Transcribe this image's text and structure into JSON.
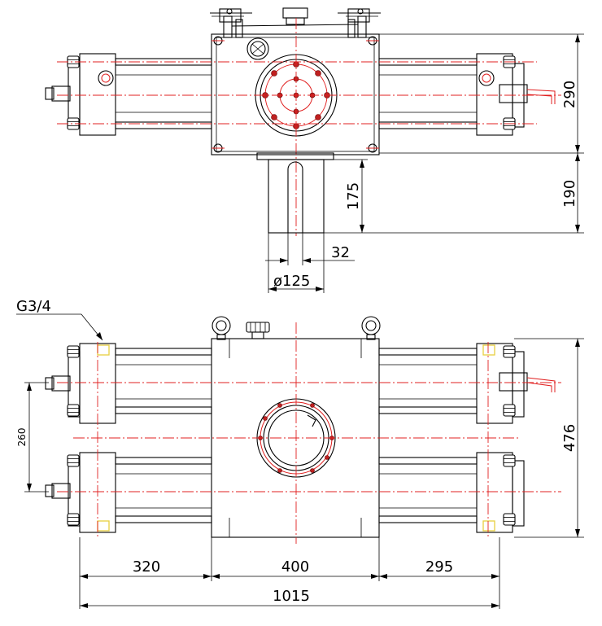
{
  "dimensions": {
    "top_height_upper": "290",
    "top_height_lower": "190",
    "pipe_length": "175",
    "pipe_offset": "32",
    "pipe_diameter": "ø125",
    "thread_label": "G3/4",
    "cylinder_spacing": "260",
    "front_height": "476",
    "left_length": "320",
    "body_width": "400",
    "right_length": "295",
    "total_length": "1015"
  }
}
